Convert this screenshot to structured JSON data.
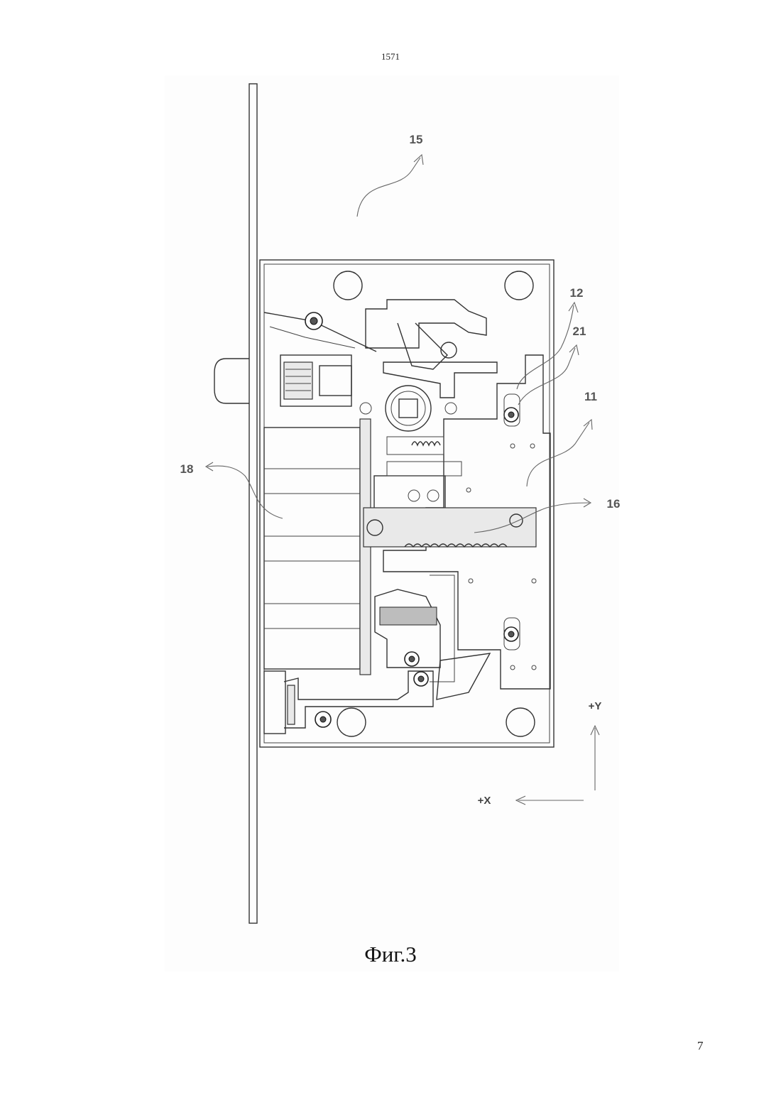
{
  "page": {
    "top_number": "1571",
    "bottom_number": "7",
    "caption": "Фиг.3"
  },
  "labels": {
    "l15": "15",
    "l12": "12",
    "l21": "21",
    "l11": "11",
    "l18": "18",
    "l16": "16"
  },
  "axes": {
    "y_label": "+Y",
    "x_label": "+X"
  }
}
